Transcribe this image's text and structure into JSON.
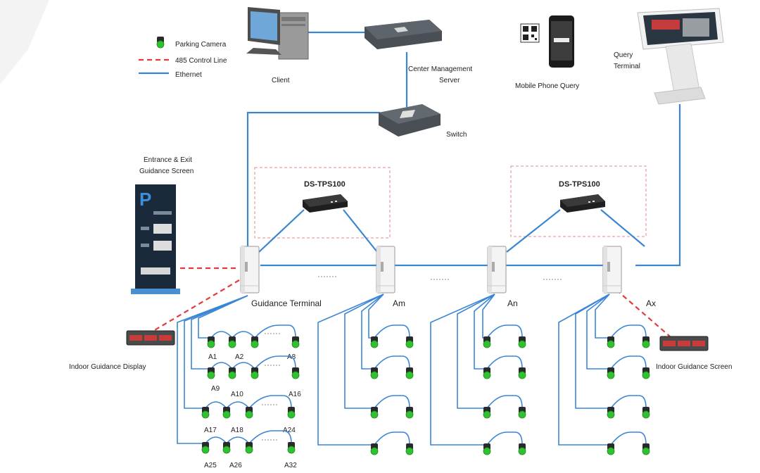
{
  "legend": {
    "camera_label": "Parking Camera",
    "control_label": "485 Control Line",
    "ethernet_label": "Ethernet"
  },
  "labels": {
    "client": "Client",
    "server_line1": "Center Management",
    "server_line2": "Server",
    "mobile": "Mobile Phone Query",
    "query_line1": "Query",
    "query_line2": "Terminal",
    "switch": "Switch",
    "entrance_line1": "Entrance & Exit",
    "entrance_line2": "Guidance Screen",
    "tps_left": "DS-TPS100",
    "tps_right": "DS-TPS100",
    "guidance_terminal": "Guidance Terminal",
    "am": "Am",
    "an": "An",
    "ax": "Ax",
    "indoor_display": "Indoor Guidance Display",
    "indoor_screen": "Indoor Guidance Screen"
  },
  "cameras": {
    "a1": "A1",
    "a2": "A2",
    "a8": "A8",
    "a9": "A9",
    "a10": "A10",
    "a16": "A16",
    "a17": "A17",
    "a18": "A18",
    "a24": "A24",
    "a25": "A25",
    "a26": "A26",
    "a32": "A32"
  },
  "colors": {
    "ethernet": "#3a86d4",
    "control_line": "#e23b3b",
    "camera_green": "#2fc12f"
  }
}
